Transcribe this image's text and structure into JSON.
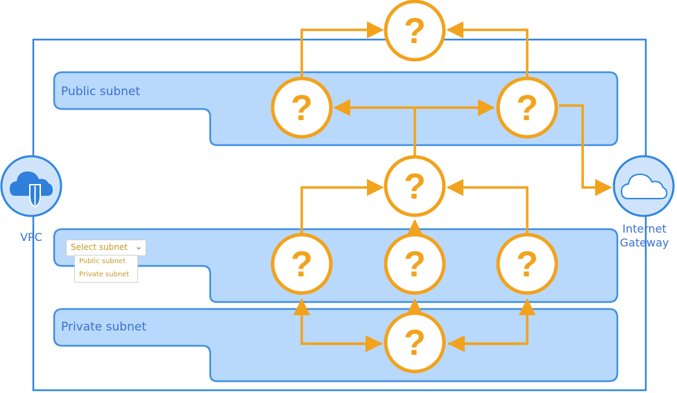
{
  "vpc": {
    "label": "VPC",
    "icon": "cloud-shield-icon"
  },
  "gateway": {
    "label_line1": "Internet",
    "label_line2": "Gateway",
    "icon": "cloud-icon"
  },
  "subnets": {
    "public_label": "Public subnet",
    "middle_label": "",
    "private_label": "Private subnet"
  },
  "subnet_selector": {
    "value": "Select subnet",
    "options": [
      "Public subnet",
      "Private subnet"
    ]
  },
  "slots": [
    {
      "id": "top",
      "text": "?"
    },
    {
      "id": "public-left",
      "text": "?"
    },
    {
      "id": "public-right",
      "text": "?"
    },
    {
      "id": "center",
      "text": "?"
    },
    {
      "id": "middle-left",
      "text": "?"
    },
    {
      "id": "middle-center",
      "text": "?"
    },
    {
      "id": "middle-right",
      "text": "?"
    },
    {
      "id": "bottom",
      "text": "?"
    }
  ],
  "colors": {
    "vpc_border": "#2f86e0",
    "subnet_fill": "#b8d9fb",
    "subnet_border": "#3f8fe3",
    "slot_border": "#f2a21c",
    "arrow": "#f2a21c",
    "text": "#3b6fd0"
  }
}
